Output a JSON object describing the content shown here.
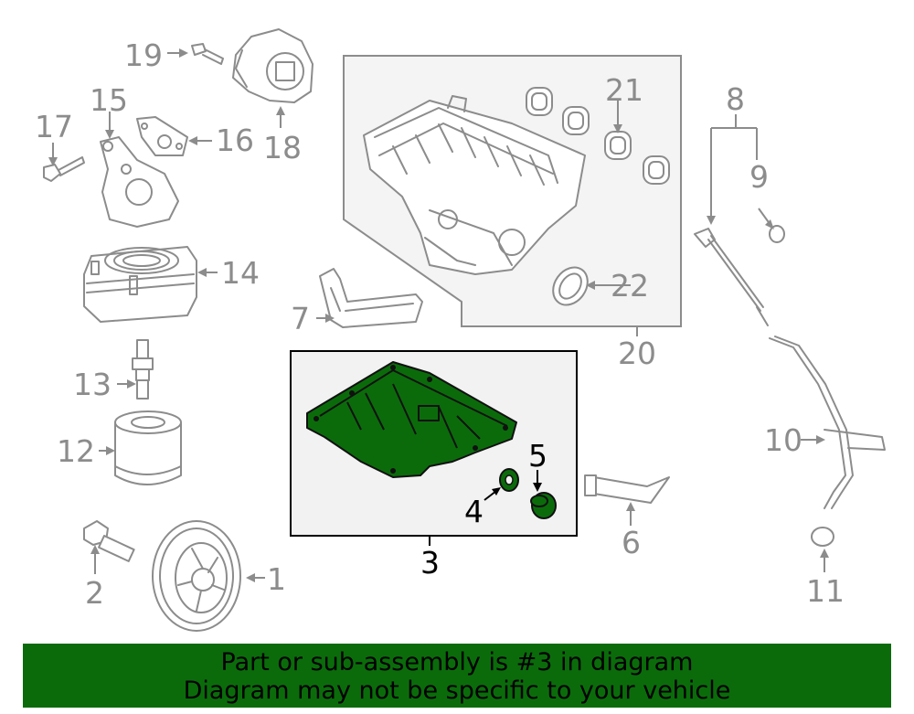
{
  "labels": {
    "p1": "1",
    "p2": "2",
    "p3": "3",
    "p4": "4",
    "p5": "5",
    "p6": "6",
    "p7": "7",
    "p8": "8",
    "p9": "9",
    "p10": "10",
    "p11": "11",
    "p12": "12",
    "p13": "13",
    "p14": "14",
    "p15": "15",
    "p16": "16",
    "p17": "17",
    "p18": "18",
    "p19": "19",
    "p20": "20",
    "p21": "21",
    "p22": "22"
  },
  "highlight_part": "3",
  "banner": {
    "line1": "Part or sub-assembly is #3 in diagram",
    "line2": "Diagram may not be specific to your vehicle"
  },
  "colors": {
    "highlight": "#0b6b0b",
    "line_art": "#8c8c8c",
    "inset_fill": "#f2f2f2",
    "banner_bg": "#0b6b0b"
  }
}
